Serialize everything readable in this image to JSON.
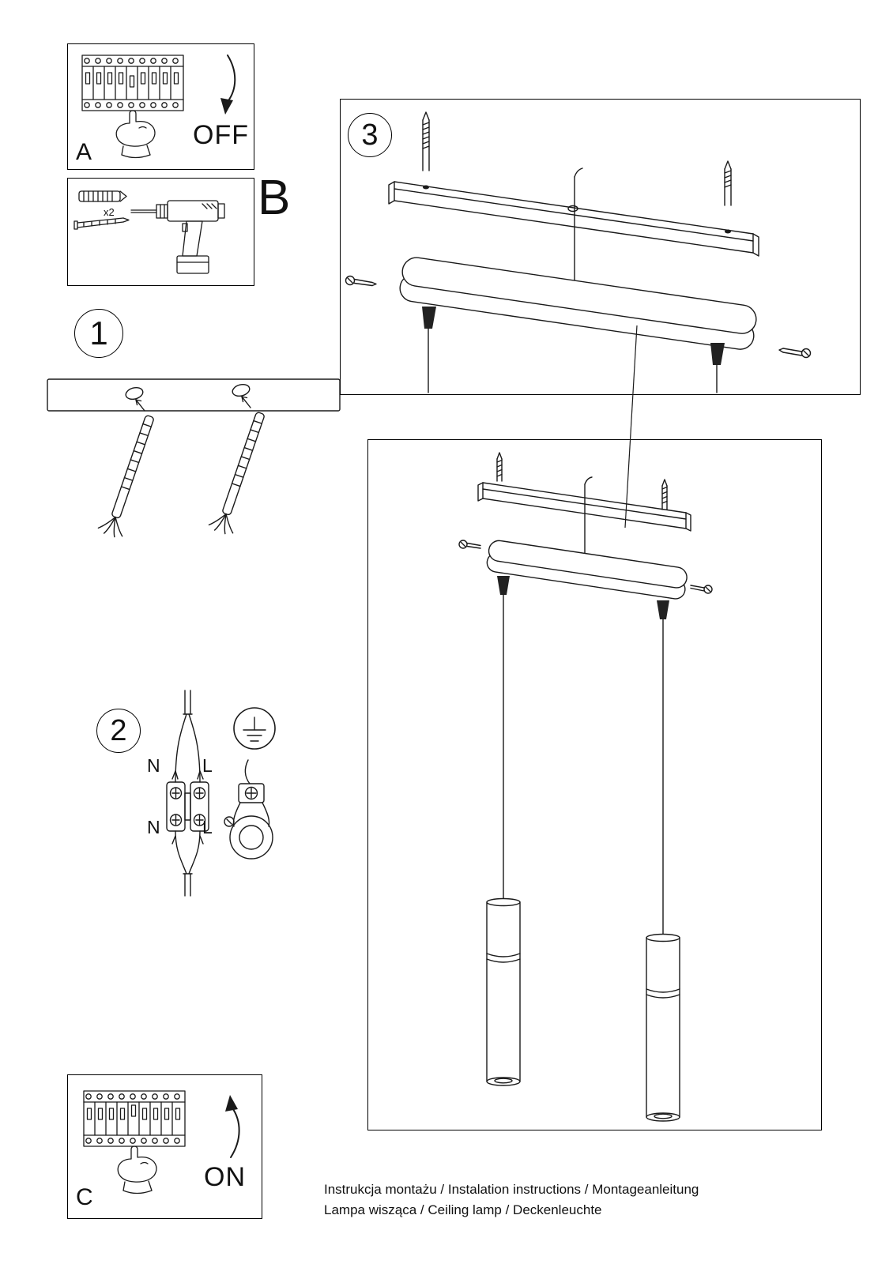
{
  "page": {
    "background": "#ffffff",
    "ink": "#1a1a1a"
  },
  "panels": {
    "a": {
      "letter": "A",
      "switch_label": "OFF"
    },
    "b": {
      "letter": "B",
      "anchor_count": "x2"
    },
    "c": {
      "letter": "C",
      "switch_label": "ON"
    }
  },
  "step_numbers": {
    "one": "1",
    "two": "2",
    "three": "3"
  },
  "wiring_labels": {
    "top_left": "N",
    "top_right": "L",
    "bottom_left": "N",
    "bottom_right": "L"
  },
  "footer": {
    "line1": "Instrukcja montażu / Instalation instructions / Montageanleitung",
    "line2": "Lampa wisząca / Ceiling lamp / Deckenleuchte"
  }
}
